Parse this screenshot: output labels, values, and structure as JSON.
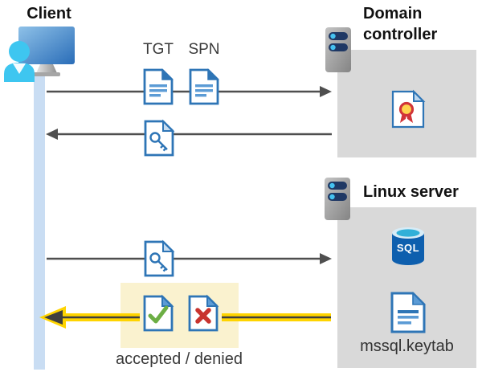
{
  "diagram": {
    "client": {
      "label": "Client"
    },
    "domain_controller": {
      "label": "Domain controller"
    },
    "linux_server": {
      "label": "Linux server",
      "database_label": "SQL",
      "keytab_label": "mssql.keytab"
    },
    "tickets": {
      "tgt": "TGT",
      "spn": "SPN"
    },
    "result_label": "accepted / denied",
    "flows": [
      {
        "step": 1,
        "from": "Client",
        "to": "Domain controller",
        "carries": [
          "tgt-document-icon",
          "spn-document-icon"
        ],
        "direction": "right",
        "highlighted": false
      },
      {
        "step": 2,
        "from": "Domain controller",
        "to": "Client",
        "carries": [
          "key-document-icon"
        ],
        "direction": "left",
        "highlighted": false
      },
      {
        "step": 3,
        "from": "Client",
        "to": "Linux server",
        "carries": [
          "key-document-icon"
        ],
        "direction": "right",
        "highlighted": false
      },
      {
        "step": 4,
        "from": "Linux server",
        "to": "Client",
        "carries": [
          "accepted-document-icon",
          "denied-document-icon"
        ],
        "direction": "left",
        "highlighted": true
      }
    ],
    "colors": {
      "document_blue": "#2e75b6",
      "document_blue_light": "#5b9bd5",
      "panel_gray": "#d9d9d9",
      "lifeline_blue": "#c9ddf3",
      "arrow_gray": "#4d4d4d",
      "highlight_yellow": "#ffd400",
      "highlight_box_cream": "#faf2cf",
      "accepted_green": "#6cae44",
      "denied_red": "#c8332e",
      "sql_cylinder_blue": "#0e5fae",
      "person_cyan": "#3ec6f0",
      "certificate_yellow": "#ffd34d",
      "certificate_red": "#d13438"
    }
  }
}
